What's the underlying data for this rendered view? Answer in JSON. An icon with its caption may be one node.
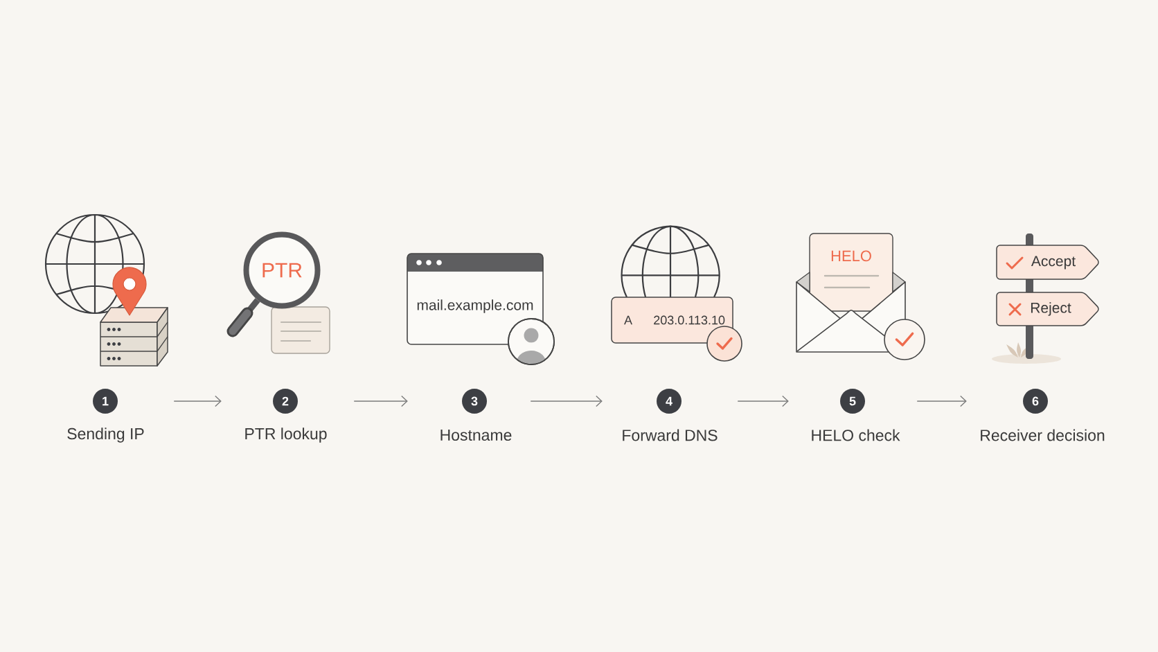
{
  "diagram": {
    "nodes": [
      {
        "text": [
          "PTR"
        ]
      },
      {
        "text": [
          "mail.example.com"
        ]
      },
      {
        "text": [
          "A",
          "203.0.113.10"
        ]
      },
      {
        "text": [
          "HELO"
        ]
      },
      {
        "text": [
          "Accept"
        ]
      },
      {
        "text": [
          "Reject"
        ]
      },
      {
        "text": [
          "1"
        ],
        "beside": [
          "Sending IP"
        ]
      },
      {
        "text": [
          "2"
        ],
        "beside": [
          "PTR lookup"
        ]
      },
      {
        "text": [
          "3"
        ],
        "beside": [
          "Hostname"
        ]
      },
      {
        "text": [
          "4"
        ],
        "beside": [
          "Forward DNS"
        ]
      },
      {
        "text": [
          "5"
        ],
        "beside": [
          "HELO check"
        ]
      },
      {
        "text": [
          "6"
        ],
        "beside": [
          "Receiver decision"
        ]
      }
    ],
    "edges": [
      {
        "from": 6,
        "to": 7,
        "arrow": "to"
      },
      {
        "from": 7,
        "to": 8,
        "arrow": "to"
      },
      {
        "from": 8,
        "to": 9,
        "arrow": "to"
      },
      {
        "from": 9,
        "to": 10,
        "arrow": "to"
      },
      {
        "from": 10,
        "to": 11,
        "arrow": "to"
      }
    ]
  }
}
